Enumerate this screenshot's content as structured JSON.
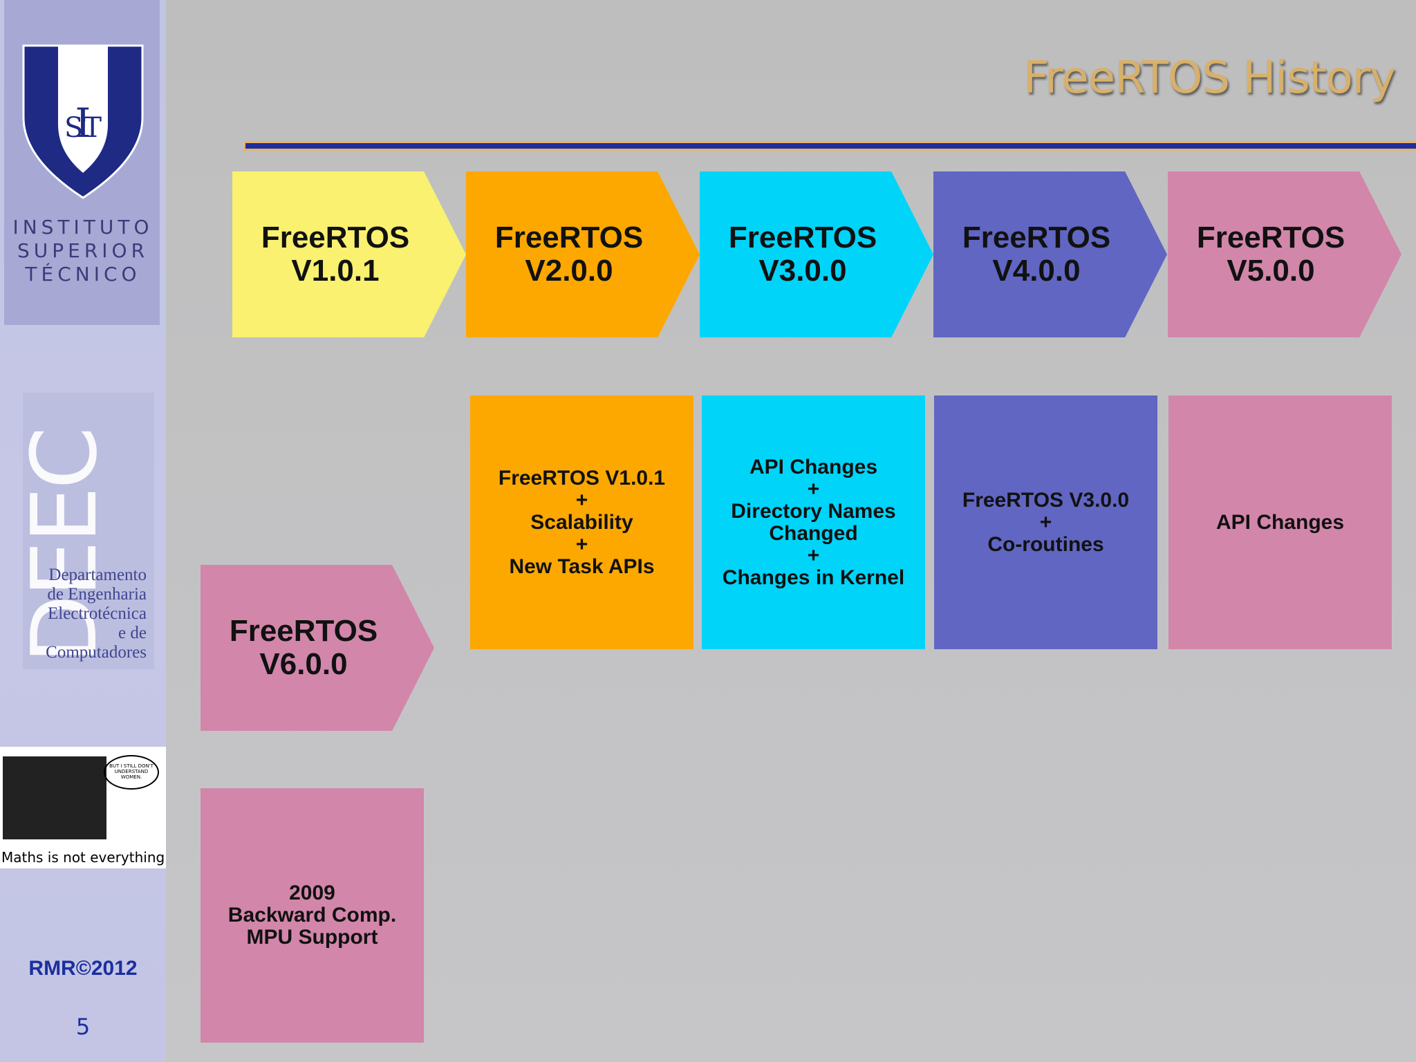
{
  "slide": {
    "title": "FreeRTOS History",
    "footer_credit": "RMR©2012",
    "page_number": "5"
  },
  "sidebar": {
    "institute_lines": [
      "INSTITUTO",
      "SUPERIOR",
      "TÉCNICO"
    ],
    "department_letters": "DEEC",
    "department_lines": [
      "Departamento",
      "de Engenharia",
      "Electrotécnica",
      "e de",
      "Computadores"
    ],
    "cartoon_caption": "Maths is not everything",
    "cartoon_bubble": "BUT I STILL DON'T UNDERSTAND WOMEN."
  },
  "versions": [
    {
      "name": "FreeRTOS",
      "version": "V1.0.1",
      "color": "#f9f16f"
    },
    {
      "name": "FreeRTOS",
      "version": "V2.0.0",
      "color": "#fca800"
    },
    {
      "name": "FreeRTOS",
      "version": "V3.0.0",
      "color": "#00d4f9"
    },
    {
      "name": "FreeRTOS",
      "version": "V4.0.0",
      "color": "#6066c2"
    },
    {
      "name": "FreeRTOS",
      "version": "V5.0.0",
      "color": "#d286aa"
    },
    {
      "name": "FreeRTOS",
      "version": "V6.0.0",
      "color": "#d286aa"
    }
  ],
  "details": [
    {
      "text": "FreeRTOS V1.0.1\n+\nScalability\n+\nNew Task APIs",
      "color": "#fca800"
    },
    {
      "text": "API Changes\n+\nDirectory Names\nChanged\n+\nChanges in Kernel",
      "color": "#00d4f9"
    },
    {
      "text": "FreeRTOS V3.0.0\n+\nCo-routines",
      "color": "#6066c2"
    },
    {
      "text": "API Changes",
      "color": "#d286aa"
    },
    {
      "text": "2009\nBackward Comp.\nMPU Support",
      "color": "#d286aa"
    }
  ]
}
